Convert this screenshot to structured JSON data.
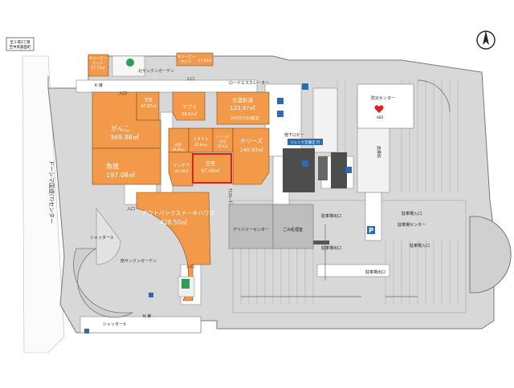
{
  "map": {
    "notice": [
      "至ミ環3丁目",
      "至中央森田町"
    ],
    "street_west": "ドーシマ国道(?)センター",
    "tenants": [
      {
        "id": "kewpie-nw",
        "lines": [
          "キューピー",
          "ホット",
          "27.55㎡"
        ]
      },
      {
        "id": "kewpie-n",
        "lines": [
          "キューピー",
          "ホット",
          "27.00㎡"
        ]
      },
      {
        "id": "vacant-1",
        "lines": [
          "空室",
          "47.87㎡"
        ]
      },
      {
        "id": "apui",
        "lines": [
          "アプイ",
          "58.52㎡"
        ]
      },
      {
        "id": "seimei",
        "lines": [
          "生涯彩道",
          "123.97㎡",
          "2023/7/20退去"
        ]
      },
      {
        "id": "ganko",
        "lines": [
          "がんこ",
          "369.88㎡"
        ]
      },
      {
        "id": "uotoku",
        "lines": [
          "魚徳",
          "197.08㎡"
        ]
      },
      {
        "id": "kosai",
        "lines": [
          "光彩",
          "38.46㎡"
        ]
      },
      {
        "id": "tenshi",
        "lines": [
          "1 4 0 1",
          "45.60㎡"
        ]
      },
      {
        "id": "harizu",
        "lines": [
          "ハリーズ",
          "(2/4)",
          "36.4㎡"
        ]
      },
      {
        "id": "horizu",
        "lines": [
          "ホリーズ",
          "140.93㎡"
        ]
      },
      {
        "id": "india",
        "lines": [
          "インデア",
          "44.00㎡"
        ]
      },
      {
        "id": "vacant-2",
        "lines": [
          "空室",
          "97.00㎡"
        ]
      },
      {
        "id": "outback",
        "lines": [
          "アウトバックステーキハウス",
          "428.50㎡"
        ]
      }
    ],
    "labels": {
      "north_sunken": "北サンクンガーデン",
      "south_sunken": "南サンクンガーデン",
      "k_gate": "K 扉",
      "n_gate": "N 扉",
      "entrance_1": "入口",
      "entrance_2": "入口",
      "entrance_3": "入口",
      "entrance_4": "入口",
      "shutter_1": "シャッター①",
      "shutter_2": "シャッター②",
      "escalator": "ﾁｴｽｶﾚｰﾀｰ",
      "escalator_left": "ロードエスカレーター",
      "b1_lobby": "地下ロビー",
      "junku": "ジュンク堂書店 行",
      "bousai": "防災センター",
      "delivery": "デリバリーセンター",
      "garbage": "ごみ処理室",
      "parking_entrance_1": "駐車場入口",
      "parking_entrance_2": "駐車場入口",
      "parking_exit_1": "駐車場出口",
      "parking_exit_2": "駐車場出口",
      "parking_exit_3": "駐車場出口",
      "parking_center": "駐車場センター",
      "hifu": "皮膚科",
      "aed": "AED",
      "p_sign": "P"
    },
    "colors": {
      "tenant": "#f2994a",
      "frame": "#7a7a7a",
      "parking": "#dadada",
      "highlight": "#e0201f",
      "blue_sign": "#2e6ab3"
    }
  }
}
